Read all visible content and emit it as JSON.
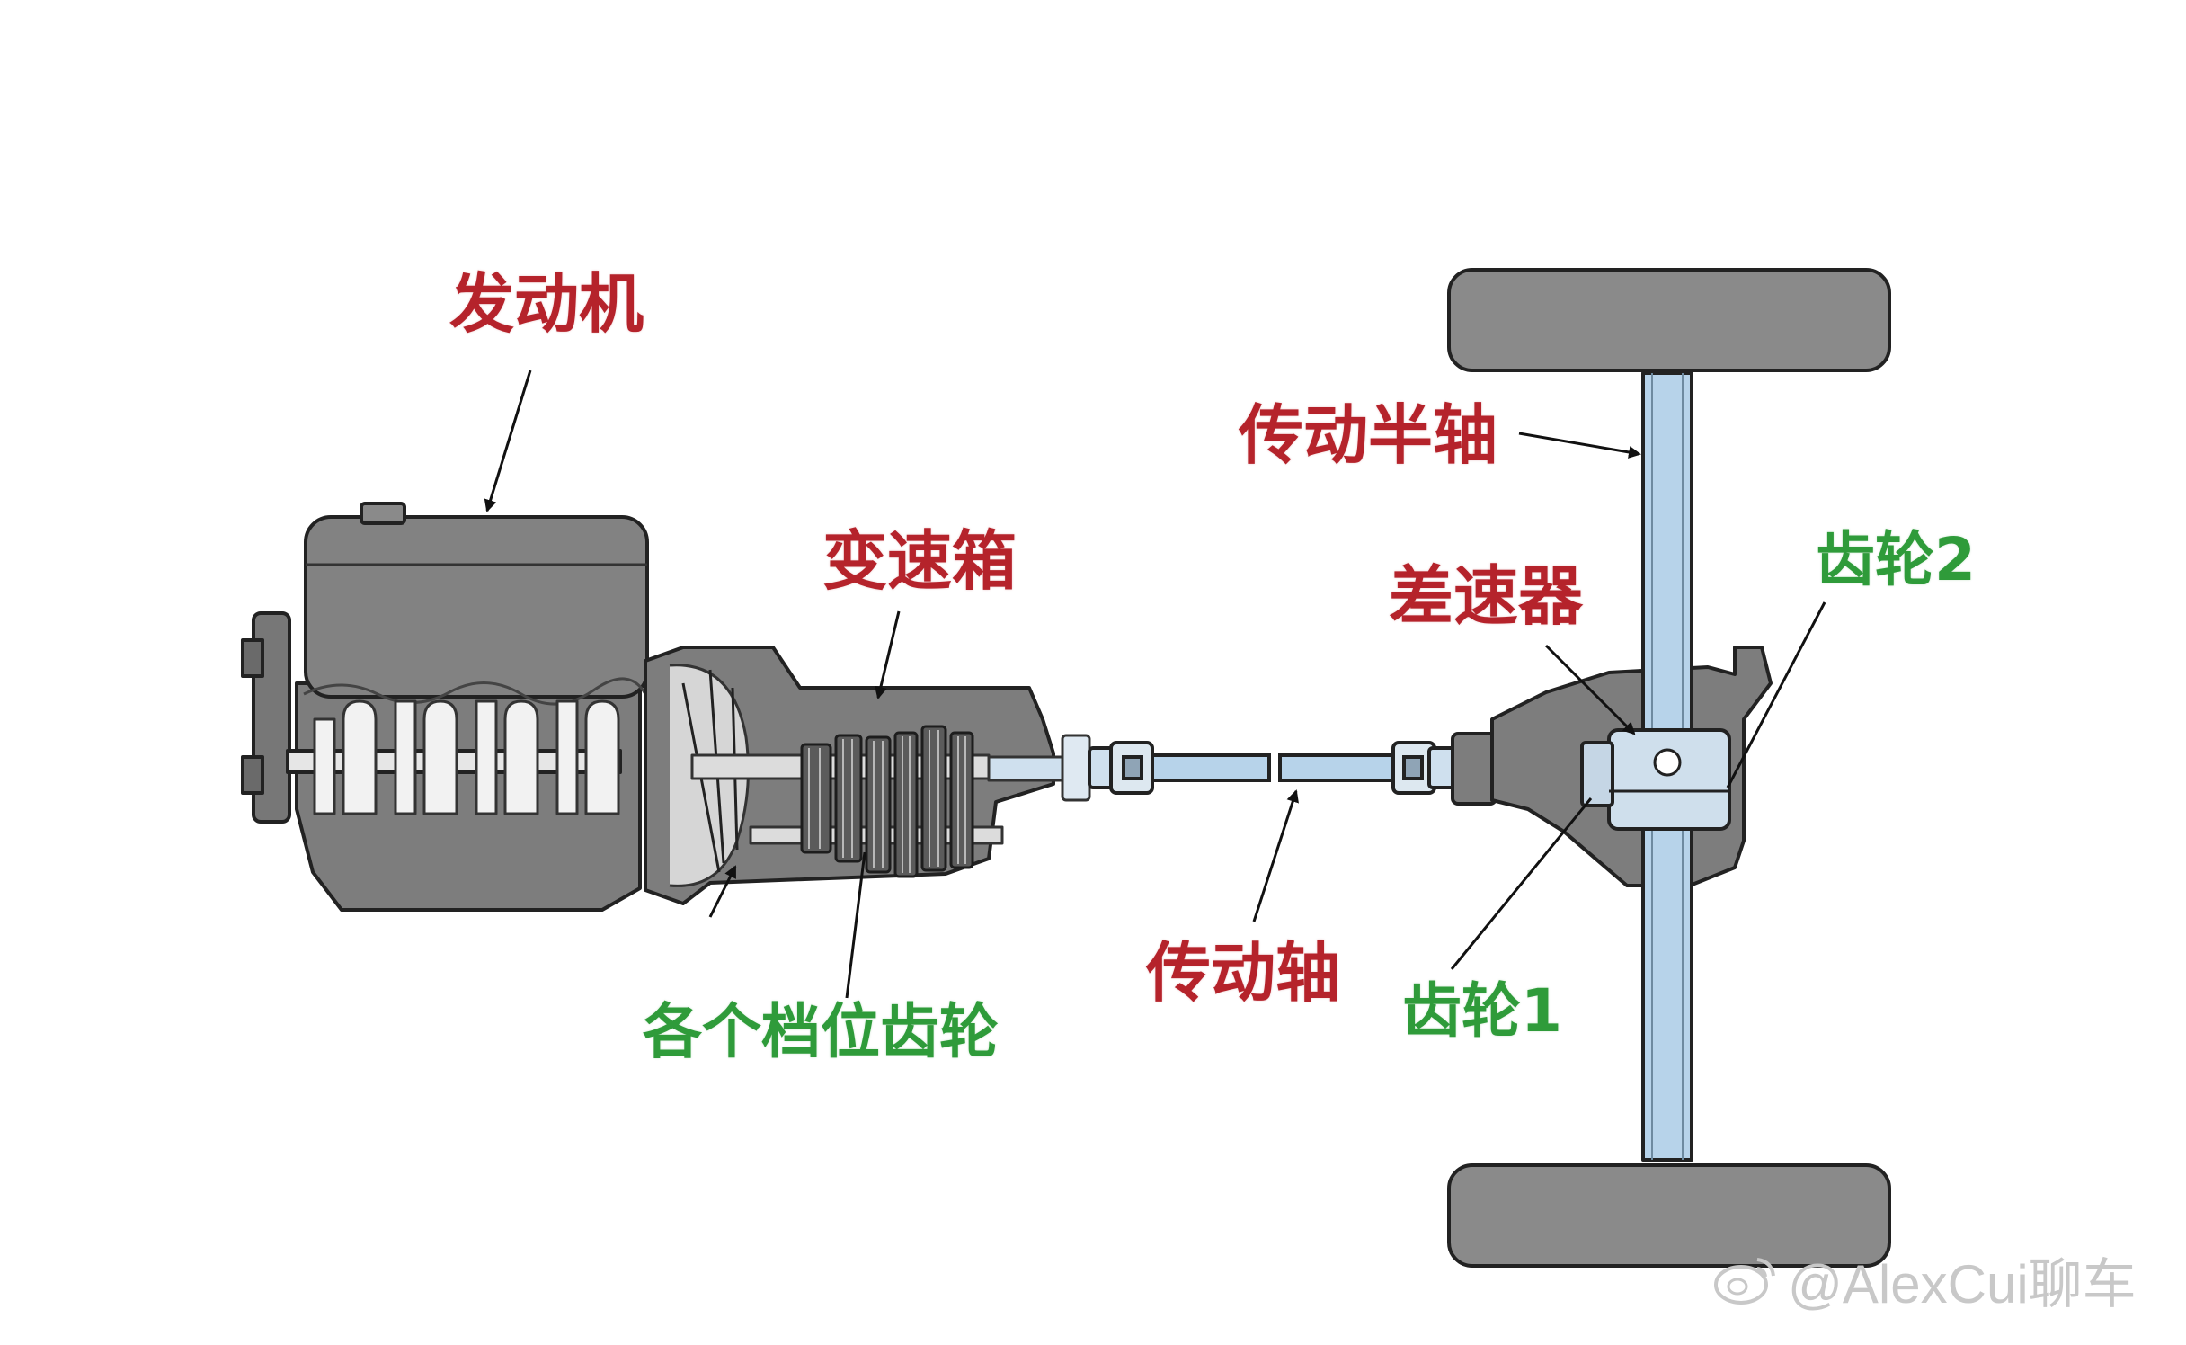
{
  "labels": {
    "engine": "发动机",
    "gearbox": "变速箱",
    "gear_sets": "各个档位齿轮",
    "drive_shaft": "传动轴",
    "half_shaft": "传动半轴",
    "differential": "差速器",
    "gear2": "齿轮2",
    "gear1": "齿轮1"
  },
  "watermark": {
    "text": "@AlexCui聊车"
  },
  "colors": {
    "label_red": "#b5232b",
    "label_green": "#2f9b3a",
    "housing_gray": "#7d7d7d",
    "shaft_blue": "#b7d3ea",
    "outline": "#222222"
  }
}
